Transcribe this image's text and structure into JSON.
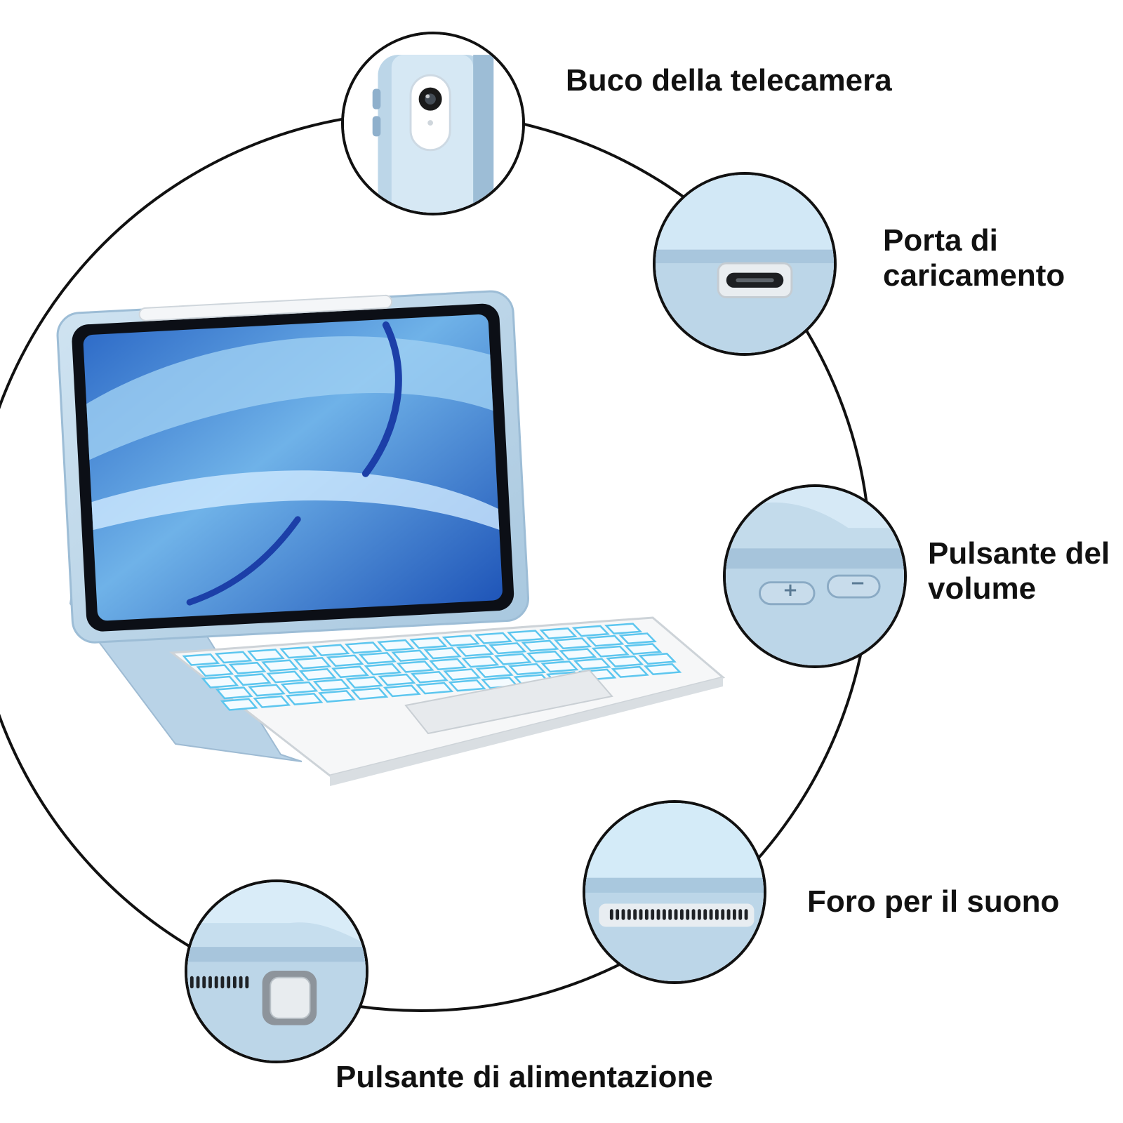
{
  "features": [
    {
      "id": "camera",
      "lines": [
        "Buco della telecamera"
      ]
    },
    {
      "id": "charging",
      "lines": [
        "Porta di",
        "caricamento"
      ]
    },
    {
      "id": "volume",
      "lines": [
        "Pulsante del",
        "volume"
      ],
      "button_plus": "+",
      "button_minus": "−"
    },
    {
      "id": "speaker",
      "lines": [
        "Foro per il suono"
      ]
    },
    {
      "id": "power",
      "lines": [
        "Pulsante di alimentazione"
      ]
    }
  ],
  "colors": {
    "case_blue": "#bcd6e8",
    "case_blue_dark": "#9dbdd6",
    "screen_blue": "#3f7fd0",
    "key_glow": "#5cc6ef",
    "outline": "#111111"
  },
  "icons": [
    "camera-lens-icon",
    "usb-c-port-icon",
    "volume-button-icon",
    "speaker-grille-icon",
    "power-button-icon"
  ]
}
